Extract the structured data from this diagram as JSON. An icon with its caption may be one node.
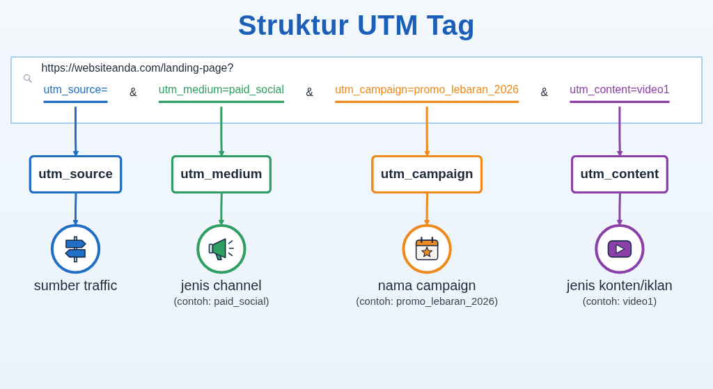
{
  "diagram": {
    "title": "Struktur UTM Tag",
    "nodes": [
      {
        "text": [
          "https://websiteanda.com/landing-page?"
        ]
      },
      {
        "text": [
          "utm_source="
        ],
        "in": 0
      },
      {
        "text": [
          "utm_medium=paid_social"
        ],
        "in": 0
      },
      {
        "text": [
          "utm_campaign=promo_lebaran_2026"
        ],
        "in": 0
      },
      {
        "text": [
          "utm_content=video1"
        ],
        "in": 0
      },
      {
        "text": [
          "utm_source"
        ]
      },
      {
        "text": [
          "utm_medium"
        ]
      },
      {
        "text": [
          "utm_campaign"
        ]
      },
      {
        "text": [
          "utm_content"
        ]
      },
      {
        "text": [],
        "shape": "circle",
        "beside": [
          "sumber traffic"
        ]
      },
      {
        "text": [],
        "shape": "circle",
        "beside": [
          "jenis channel",
          "(contoh: paid_social)"
        ]
      },
      {
        "text": [],
        "shape": "circle",
        "beside": [
          "nama campaign",
          "(contoh: promo_lebaran_2026)"
        ]
      },
      {
        "text": [],
        "shape": "circle",
        "beside": [
          "jenis konten/iklan",
          "(contoh: video1)"
        ]
      }
    ],
    "edges": [
      {
        "from": 1,
        "to": 5,
        "arrow": "to",
        "color": "#1f6fc5"
      },
      {
        "from": 5,
        "to": 9,
        "arrow": "to",
        "color": "#1f6fc5"
      },
      {
        "from": 2,
        "to": 6,
        "arrow": "to",
        "color": "#2e9e62"
      },
      {
        "from": 6,
        "to": 10,
        "arrow": "to",
        "color": "#2e9e62"
      },
      {
        "from": 3,
        "to": 7,
        "arrow": "to",
        "color": "#ee8a1c"
      },
      {
        "from": 7,
        "to": 11,
        "arrow": "to",
        "color": "#ee8a1c"
      },
      {
        "from": 4,
        "to": 8,
        "arrow": "to",
        "color": "#8b3fa8"
      },
      {
        "from": 8,
        "to": 12,
        "arrow": "to",
        "color": "#8b3fa8"
      }
    ],
    "labels": [
      "&",
      "&",
      "&"
    ]
  }
}
